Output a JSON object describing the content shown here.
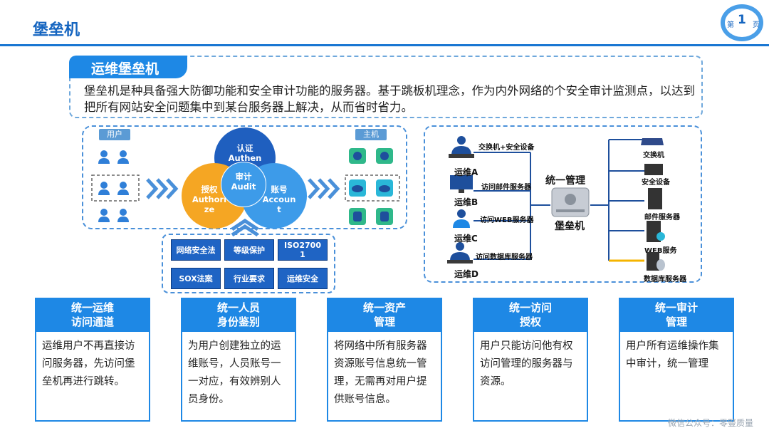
{
  "header": {
    "title": "堡垒机",
    "page_prefix": "第",
    "page_number": "1",
    "page_suffix": "页"
  },
  "intro": {
    "tab_label": "运维堡垒机",
    "text": "堡垒机是种具备强大防御功能和安全审计功能的服务器。基于跳板机理念，作为内外网络的个安全审计监测点，以达到把所有网站安全问题集中到某台服务器上解决，从而省时省力。"
  },
  "flow": {
    "user_label": "用户",
    "host_label": "主机",
    "circles": {
      "auth": {
        "line1": "认证",
        "line2": "Authen"
      },
      "authz": {
        "line1": "授权",
        "line2": "Authori",
        "line3": "ze"
      },
      "account": {
        "line1": "账号",
        "line2": "Accoun",
        "line3": "t"
      },
      "audit": {
        "line1": "审计",
        "line2": "Audit"
      }
    }
  },
  "compliance": {
    "items": [
      {
        "label": "网络安全法"
      },
      {
        "label": "等级保护"
      },
      {
        "label": "ISO27001"
      },
      {
        "label": "SOX法案"
      },
      {
        "label": "行业要求"
      },
      {
        "label": "运维安全"
      }
    ]
  },
  "network": {
    "ops": [
      {
        "role": "运维A",
        "link": "交换机+安全设备"
      },
      {
        "role": "运维B",
        "link": "访问邮件服务器"
      },
      {
        "role": "运维C",
        "link": "访问WEB服务器"
      },
      {
        "role": "运维D",
        "link": "访问数据库服务器"
      }
    ],
    "center_label": "统一管理",
    "bastion_label": "堡垒机",
    "devices": [
      {
        "label": "交换机"
      },
      {
        "label": "安全设备"
      },
      {
        "label": "邮件服务器"
      },
      {
        "label": "WEB服务"
      },
      {
        "label": "数据库服务器"
      }
    ],
    "colors": {
      "link_line": "#1e4f9c",
      "audit_line": "#f5b400"
    }
  },
  "cards": [
    {
      "title1": "统一运维",
      "title2": "访问通道",
      "body": "运维用户不再直接访问服务器，先访问堡垒机再进行跳转。"
    },
    {
      "title1": "统一人员",
      "title2": "身份鉴别",
      "body": "为用户创建独立的运维账号，人员账号一一对应，有效辨别人员身份。"
    },
    {
      "title1": "统一资产",
      "title2": "管理",
      "body": "将网络中所有服务器资源账号信息统一管理，无需再对用户提供账号信息。"
    },
    {
      "title1": "统一访问",
      "title2": "授权",
      "body": "用户只能访问他有权访问管理的服务器与资源。"
    },
    {
      "title1": "统一审计",
      "title2": "管理",
      "body": "用户所有运维操作集中审计，统一管理"
    }
  ],
  "watermark": "微信公众号：零豎质量",
  "theme": {
    "primary": "#1e88e5",
    "dark_blue": "#1f5fbf",
    "orange": "#f5a623",
    "light_blue": "#3d9be9"
  }
}
